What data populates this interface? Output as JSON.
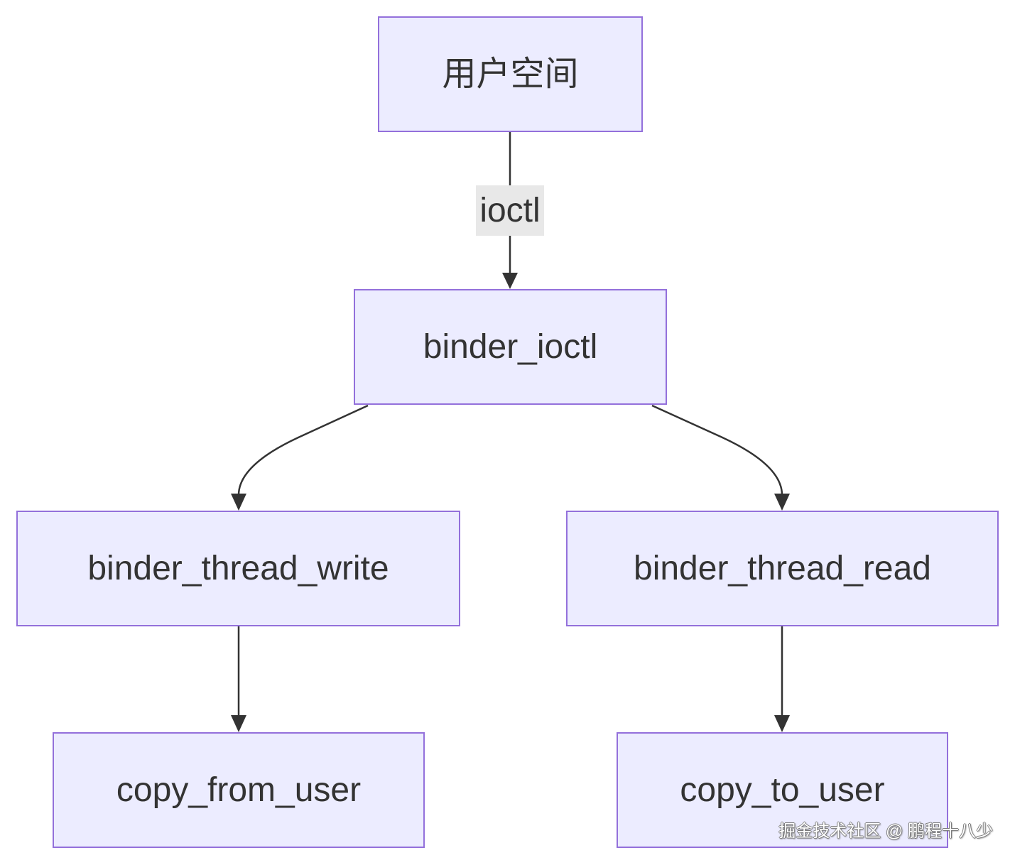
{
  "diagram": {
    "colors": {
      "background": "#FFFFFF",
      "node_fill": "#ECECFF",
      "node_stroke": "#9370DB",
      "edge_stroke": "#333333",
      "edge_label_bg": "#E8E8E8",
      "text": "#333333"
    },
    "nodes": [
      {
        "label": "用户空间"
      },
      {
        "label": "binder_ioctl"
      },
      {
        "label": "binder_thread_write"
      },
      {
        "label": "binder_thread_read"
      },
      {
        "label": "copy_from_user"
      },
      {
        "label": "copy_to_user"
      }
    ],
    "edges": [
      {
        "from": 0,
        "to": 1,
        "label": "ioctl"
      },
      {
        "from": 1,
        "to": 2
      },
      {
        "from": 1,
        "to": 3
      },
      {
        "from": 2,
        "to": 4
      },
      {
        "from": 3,
        "to": 5
      }
    ]
  },
  "watermark": "掘金技术社区 @ 鹏程十八少"
}
